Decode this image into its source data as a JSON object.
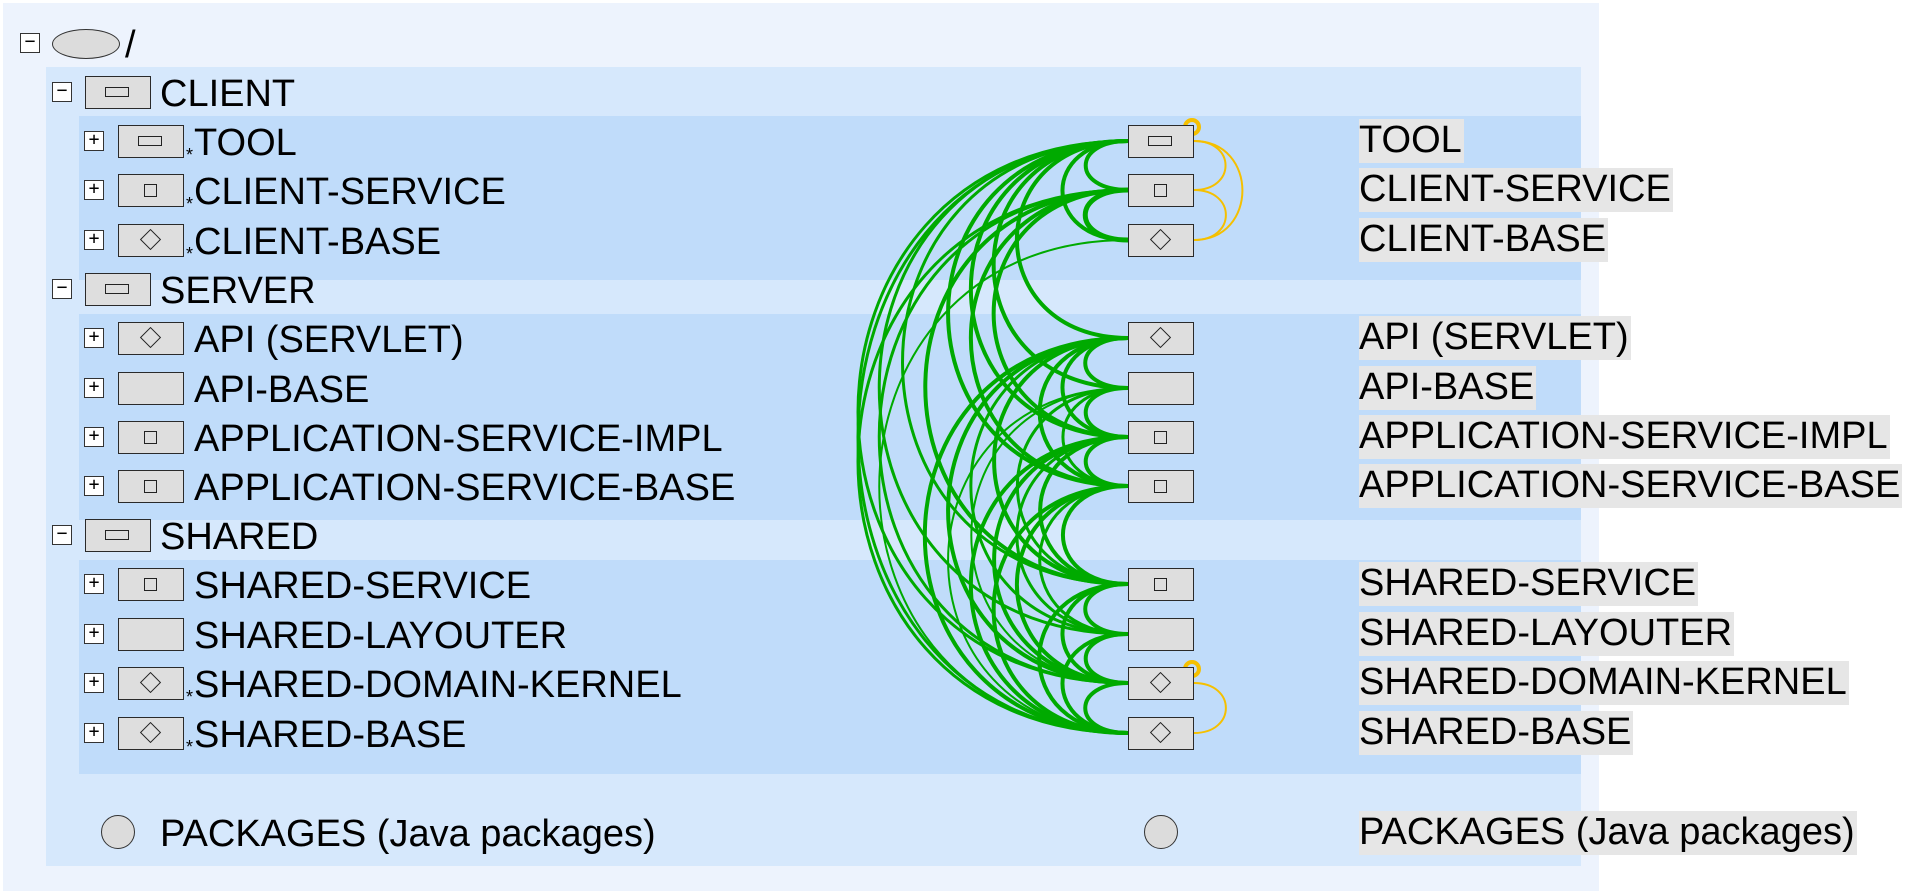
{
  "root": {
    "label": "/",
    "toggle": "−"
  },
  "groups": {
    "client": {
      "label": "CLIENT",
      "toggle": "−"
    },
    "server": {
      "label": "SERVER",
      "toggle": "−"
    },
    "shared": {
      "label": "SHARED",
      "toggle": "−"
    }
  },
  "modules": [
    {
      "label": "TOOL",
      "toggle": "+",
      "icon": "rect-icon",
      "star": "*"
    },
    {
      "label": "CLIENT-SERVICE",
      "toggle": "+",
      "icon": "square-icon",
      "star": "*"
    },
    {
      "label": "CLIENT-BASE",
      "toggle": "+",
      "icon": "diamond-icon",
      "star": "*"
    },
    {
      "label": "API (SERVLET)",
      "toggle": "+",
      "icon": "diamond-icon",
      "star": ""
    },
    {
      "label": "API-BASE",
      "toggle": "+",
      "icon": "empty-icon",
      "star": ""
    },
    {
      "label": "APPLICATION-SERVICE-IMPL",
      "toggle": "+",
      "icon": "square-icon",
      "star": ""
    },
    {
      "label": "APPLICATION-SERVICE-BASE",
      "toggle": "+",
      "icon": "square-icon",
      "star": ""
    },
    {
      "label": "SHARED-SERVICE",
      "toggle": "+",
      "icon": "square-icon",
      "star": ""
    },
    {
      "label": "SHARED-LAYOUTER",
      "toggle": "+",
      "icon": "empty-icon",
      "star": ""
    },
    {
      "label": "SHARED-DOMAIN-KERNEL",
      "toggle": "+",
      "icon": "diamond-icon",
      "star": "*"
    },
    {
      "label": "SHARED-BASE",
      "toggle": "+",
      "icon": "diamond-icon",
      "star": "*"
    }
  ],
  "legend": {
    "left": "PACKAGES (Java packages)",
    "right": "PACKAGES (Java packages)"
  },
  "colors": {
    "dependency": "#00aa00",
    "cycle": "#f5c000",
    "node_fill": "#dedede"
  },
  "edges": [
    [
      1,
      0,
      4
    ],
    [
      2,
      0,
      4
    ],
    [
      3,
      0,
      4
    ],
    [
      4,
      0,
      4
    ],
    [
      5,
      0,
      4
    ],
    [
      6,
      0,
      4
    ],
    [
      7,
      0,
      3
    ],
    [
      8,
      0,
      3
    ],
    [
      9,
      0,
      3
    ],
    [
      10,
      0,
      3
    ],
    [
      2,
      1,
      5
    ],
    [
      5,
      1,
      4
    ],
    [
      6,
      1,
      4
    ],
    [
      7,
      1,
      4
    ],
    [
      9,
      1,
      3
    ],
    [
      10,
      1,
      3
    ],
    [
      10,
      2,
      2
    ],
    [
      4,
      3,
      4
    ],
    [
      5,
      3,
      4
    ],
    [
      6,
      3,
      4
    ],
    [
      7,
      3,
      4
    ],
    [
      8,
      3,
      3
    ],
    [
      9,
      3,
      4
    ],
    [
      10,
      3,
      4
    ],
    [
      5,
      4,
      4
    ],
    [
      6,
      4,
      3
    ],
    [
      7,
      4,
      3
    ],
    [
      9,
      4,
      2
    ],
    [
      10,
      4,
      2
    ],
    [
      6,
      5,
      4
    ],
    [
      7,
      5,
      4
    ],
    [
      8,
      5,
      3
    ],
    [
      9,
      5,
      4
    ],
    [
      10,
      5,
      4
    ],
    [
      7,
      6,
      4
    ],
    [
      8,
      6,
      3
    ],
    [
      9,
      6,
      4
    ],
    [
      10,
      6,
      4
    ],
    [
      8,
      7,
      4
    ],
    [
      9,
      7,
      4
    ],
    [
      10,
      7,
      4
    ],
    [
      9,
      8,
      4
    ],
    [
      10,
      8,
      4
    ],
    [
      10,
      9,
      4
    ]
  ],
  "cycles": [
    [
      0,
      1
    ],
    [
      1,
      2
    ],
    [
      0,
      2
    ],
    [
      9,
      10
    ]
  ]
}
